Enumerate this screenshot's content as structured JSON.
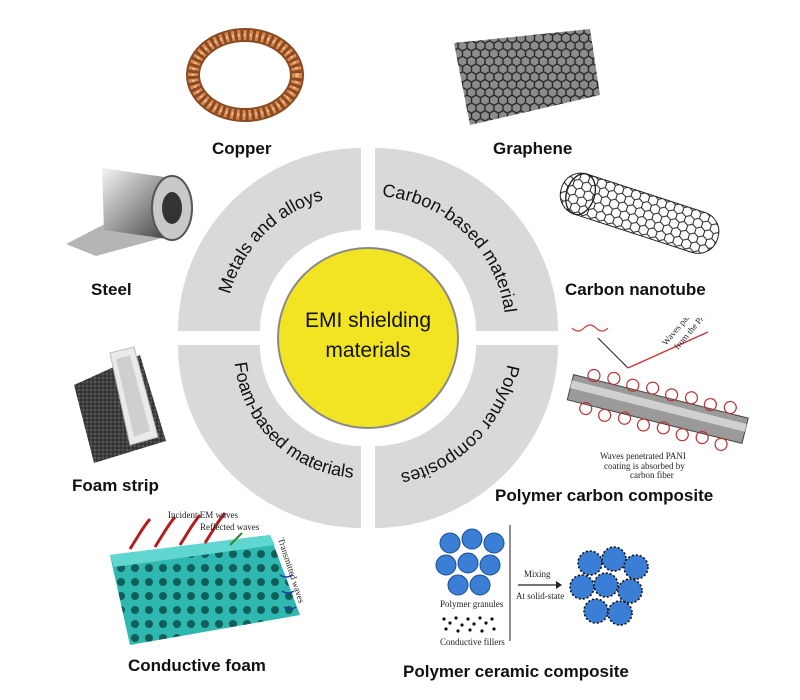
{
  "center": {
    "line1": "EMI shielding",
    "line2": "materials"
  },
  "categories": {
    "metals": "Metals and alloys",
    "carbon": "Carbon-based materials",
    "polymer": "Polymer composites",
    "foam": "Foam-based materials"
  },
  "examples": {
    "copper": "Copper",
    "graphene": "Graphene",
    "steel": "Steel",
    "carbon_nanotube": "Carbon nanotube",
    "foam_strip": "Foam strip",
    "polymer_carbon_composite": "Polymer carbon composite",
    "conductive_foam": "Conductive foam",
    "polymer_ceramic_composite": "Polymer ceramic composite"
  },
  "figure_text": {
    "waves_partially_reflected": "Waves partially reflected",
    "from_pani_surface": "from the PANI surface",
    "waves_penetrated": "Waves penetrated PANI",
    "coating_absorbed": "coating is absorbed by",
    "carbon_fiber": "carbon fiber",
    "incident_em_waves": "Incident EM waves",
    "reflected_waves": "Reflected waves",
    "transmitted_waves": "Transmitted waves",
    "polymer_granules": "Polymer granules",
    "conductive_fillers": "Conductive fillers",
    "mixing": "Mixing",
    "at_solid_state": "At solid-state"
  },
  "colors": {
    "ring": "#d9d9d9",
    "center_fill": "#f2e422",
    "center_stroke": "#8a8a8a",
    "label": "#111111",
    "granule": "#3a7fd5",
    "foam": "#2fb8b0",
    "copper": "#c9733e"
  }
}
